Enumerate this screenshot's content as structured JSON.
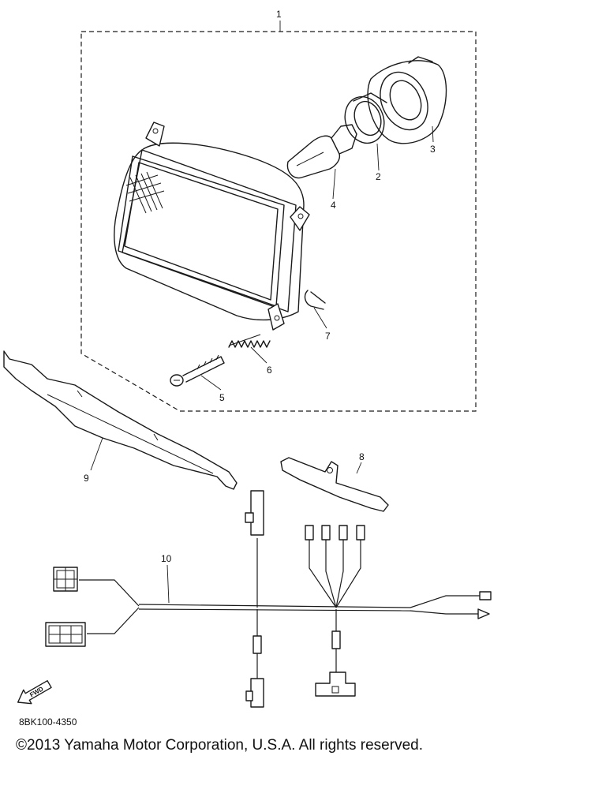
{
  "callouts": {
    "c1": "1",
    "c2": "2",
    "c3": "3",
    "c4": "4",
    "c5": "5",
    "c6": "6",
    "c7": "7",
    "c8": "8",
    "c9": "9",
    "c10": "10"
  },
  "fwd_label": "FWD",
  "diagram_code": "8BK100-4350",
  "copyright": "©2013 Yamaha Motor Corporation, U.S.A. All rights reserved."
}
